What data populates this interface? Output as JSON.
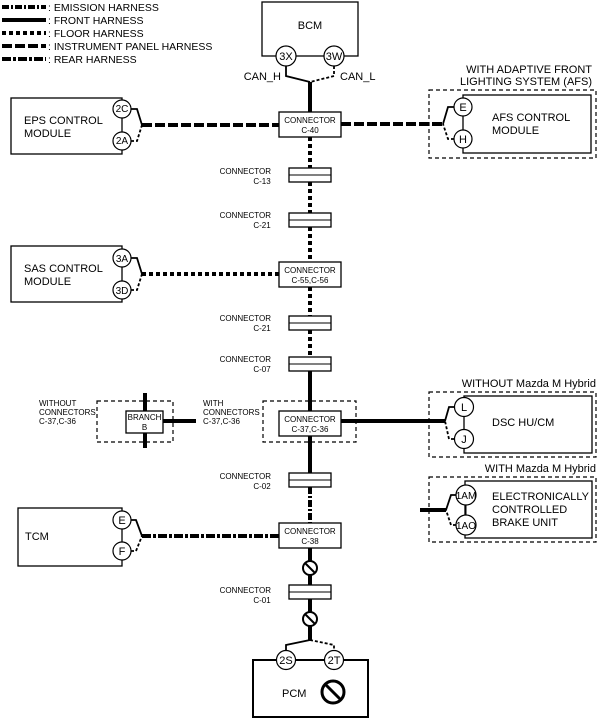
{
  "legend": [
    {
      "style": "emission",
      "label": ": EMISSION HARNESS"
    },
    {
      "style": "front",
      "label": ": FRONT HARNESS"
    },
    {
      "style": "floor",
      "label": ": FLOOR HARNESS"
    },
    {
      "style": "ip",
      "label": ": INSTRUMENT PANEL HARNESS"
    },
    {
      "style": "rear",
      "label": ": REAR HARNESS"
    }
  ],
  "modules": {
    "bcm": {
      "name": "BCM",
      "pins": [
        "3X",
        "3W"
      ],
      "wires": [
        "CAN_H",
        "CAN_L"
      ]
    },
    "eps": {
      "line1": "EPS CONTROL",
      "line2": "MODULE",
      "pins": [
        "2C",
        "2A"
      ]
    },
    "afs": {
      "line1": "AFS CONTROL",
      "line2": "MODULE",
      "pins": [
        "E",
        "H"
      ],
      "condition_line1": "WITH ADAPTIVE FRONT",
      "condition_line2": "LIGHTING SYSTEM (AFS)"
    },
    "sas": {
      "line1": "SAS CONTROL",
      "line2": "MODULE",
      "pins": [
        "3A",
        "3D"
      ]
    },
    "dsc": {
      "name": "DSC HU/CM",
      "pins": [
        "L",
        "J"
      ],
      "condition": "WITHOUT Mazda M Hybrid"
    },
    "ecbu": {
      "line1": "ELECTRONICALLY",
      "line2": "CONTROLLED",
      "line3": "BRAKE UNIT",
      "pins": [
        "1AM",
        "1AO"
      ],
      "condition": "WITH Mazda M Hybrid"
    },
    "tcm": {
      "name": "TCM",
      "pins": [
        "E",
        "F"
      ]
    },
    "pcm": {
      "name": "PCM",
      "pins": [
        "2S",
        "2T"
      ],
      "status_icon": "prohibited-icon"
    }
  },
  "connectors": {
    "c40": {
      "title": "CONNECTOR",
      "id": "C-40"
    },
    "c13": {
      "title": "CONNECTOR",
      "id": "C-13"
    },
    "c21a": {
      "title": "CONNECTOR",
      "id": "C-21"
    },
    "c5556": {
      "title": "CONNECTOR",
      "id": "C-55,C-56"
    },
    "c21b": {
      "title": "CONNECTOR",
      "id": "C-21"
    },
    "c07": {
      "title": "CONNECTOR",
      "id": "C-07"
    },
    "c3736": {
      "title": "CONNECTOR",
      "id": "C-37,C-36"
    },
    "c02": {
      "title": "CONNECTOR",
      "id": "C-02"
    },
    "c38": {
      "title": "CONNECTOR",
      "id": "C-38"
    },
    "c01": {
      "title": "CONNECTOR",
      "id": "C-01"
    }
  },
  "branch": {
    "title": "BRANCH",
    "id": "B",
    "without_line1": "WITHOUT",
    "without_line2": "CONNECTORS",
    "without_line3": "C-37,C-36",
    "with_line1": "WITH",
    "with_line2": "CONNECTORS",
    "with_line3": "C-37,C-36"
  }
}
